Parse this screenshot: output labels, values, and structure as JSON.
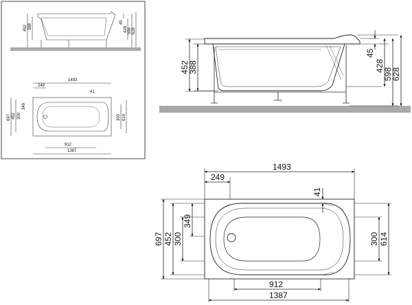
{
  "thumbnail": {
    "side": {
      "dims_left": [
        "452",
        "388"
      ],
      "dims_right": [
        "45",
        "428",
        "598",
        "628"
      ]
    },
    "top": {
      "dims_top": [
        "249",
        "1493",
        "41"
      ],
      "dims_left": [
        "697",
        "452",
        "300",
        "349"
      ],
      "dims_right": [
        "300",
        "614"
      ],
      "dims_bottom": [
        "912",
        "1387"
      ]
    }
  },
  "side_view": {
    "dims_left": {
      "total": "452",
      "inner": "388"
    },
    "dims_right": {
      "rim": "45",
      "a": "428",
      "b": "598",
      "c": "628"
    }
  },
  "top_view": {
    "dims_top": {
      "overall": "1493",
      "offset": "249",
      "rim": "41"
    },
    "dims_left": {
      "outer": "697",
      "mid": "452",
      "inner": "300",
      "edge": "349"
    },
    "dims_right": {
      "inner": "300",
      "outer": "614"
    },
    "dims_bottom": {
      "legs": "912",
      "length": "1387"
    }
  }
}
